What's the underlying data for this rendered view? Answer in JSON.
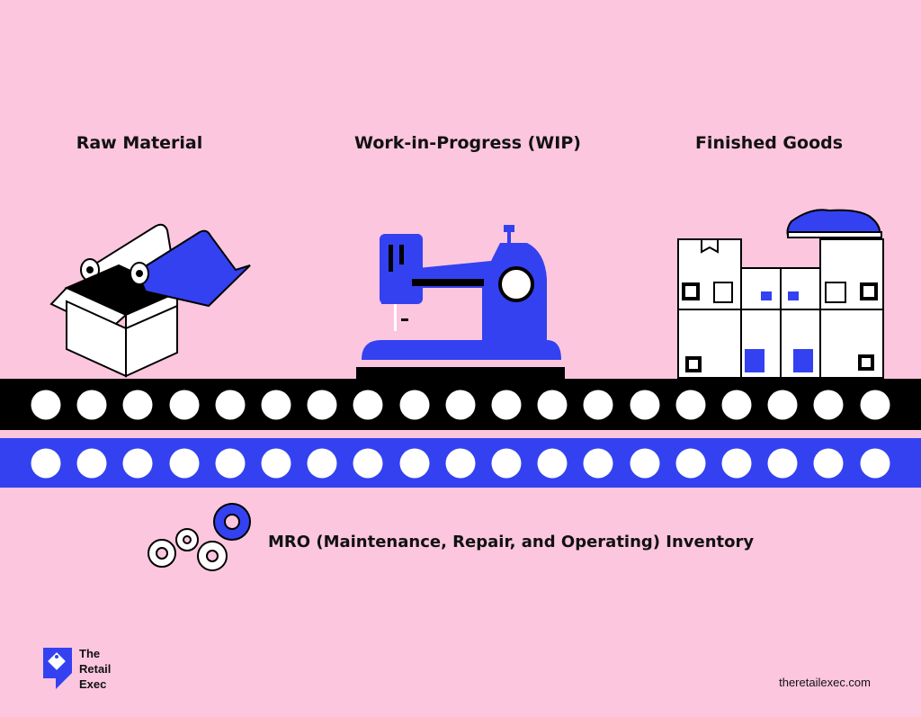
{
  "stages": {
    "raw": "Raw Material",
    "wip": "Work-in-Progress (WIP)",
    "finished": "Finished Goods"
  },
  "mro_label": "MRO (Maintenance, Repair, and Operating) Inventory",
  "brand": {
    "line1": "The",
    "line2": "Retail",
    "line3": "Exec",
    "website": "theretailexec.com"
  },
  "colors": {
    "background": "#fcc6de",
    "accent_blue": "#3341f0",
    "belt_black": "#000000",
    "roller_white": "#ffffff"
  },
  "icons": {
    "raw": "box-with-fabric-rolls-icon",
    "wip": "sewing-machine-icon",
    "finished": "boxes-with-sneaker-icon",
    "mro": "gears-icon",
    "logo": "price-tag-icon"
  }
}
